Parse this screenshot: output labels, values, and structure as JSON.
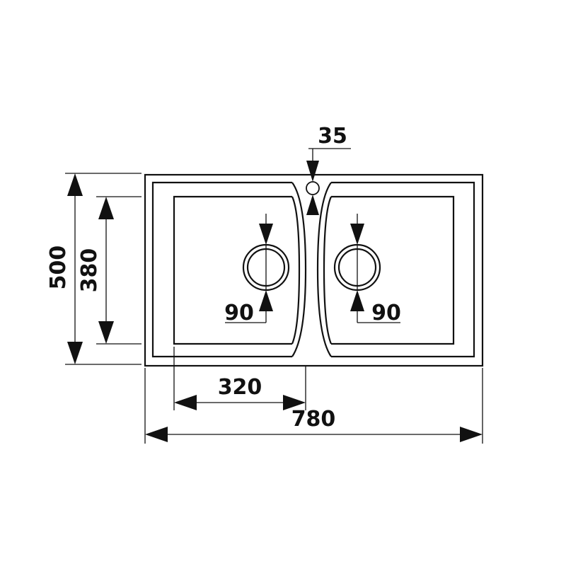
{
  "drawing": {
    "dimensions": {
      "overall_width": "780",
      "overall_depth": "500",
      "bowl_depth": "380",
      "bowl_width": "320",
      "tap_hole": "35",
      "drain_left": "90",
      "drain_right": "90"
    }
  },
  "colors": {
    "line": "#111111",
    "background": "#ffffff"
  }
}
